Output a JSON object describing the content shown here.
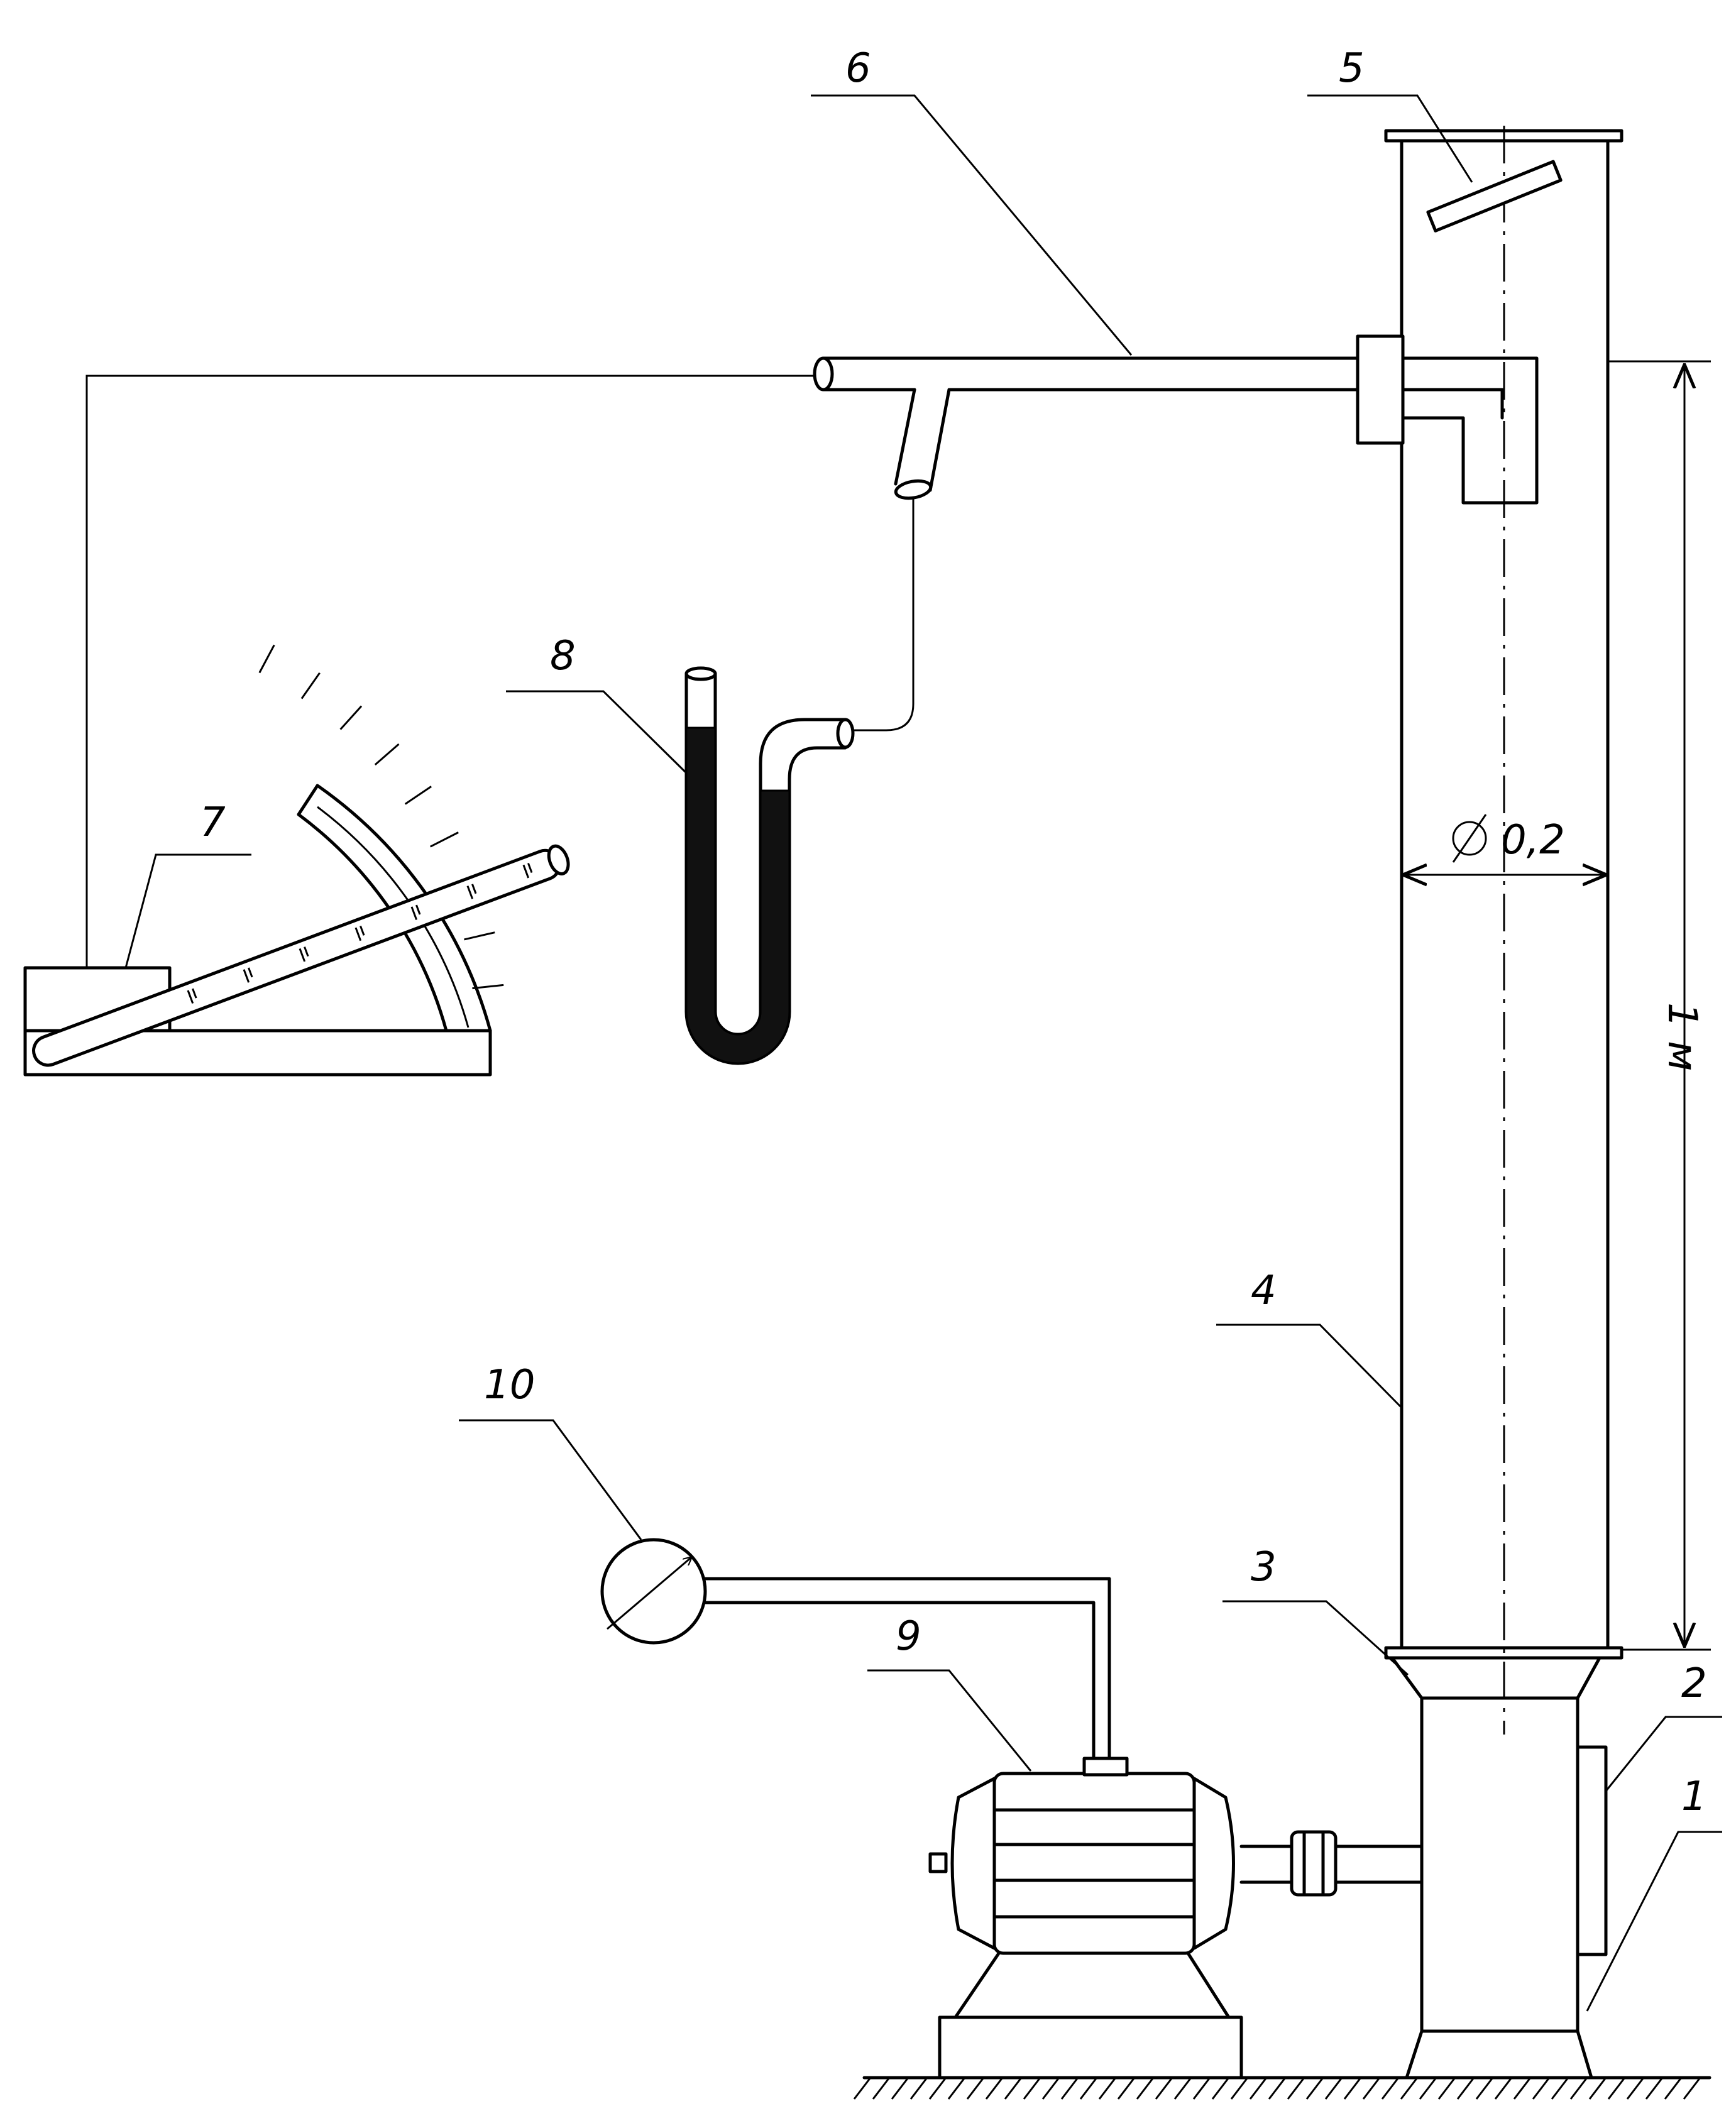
{
  "labels": {
    "l1": "1",
    "l2": "2",
    "l3": "3",
    "l4": "4",
    "l5": "5",
    "l6": "6",
    "l7": "7",
    "l8": "8",
    "l9": "9",
    "l10": "10"
  },
  "dimensions": {
    "diameter": "0,2",
    "height": "1 м"
  }
}
